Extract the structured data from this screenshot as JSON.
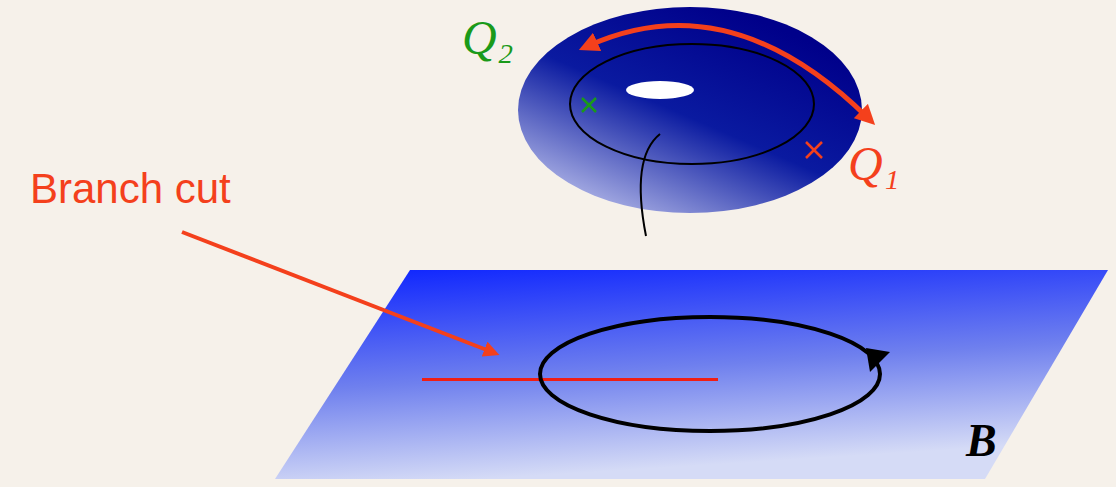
{
  "diagram": {
    "labels": [
      "Q₂",
      "Q₁",
      "Branch cut",
      "B"
    ]
  }
}
